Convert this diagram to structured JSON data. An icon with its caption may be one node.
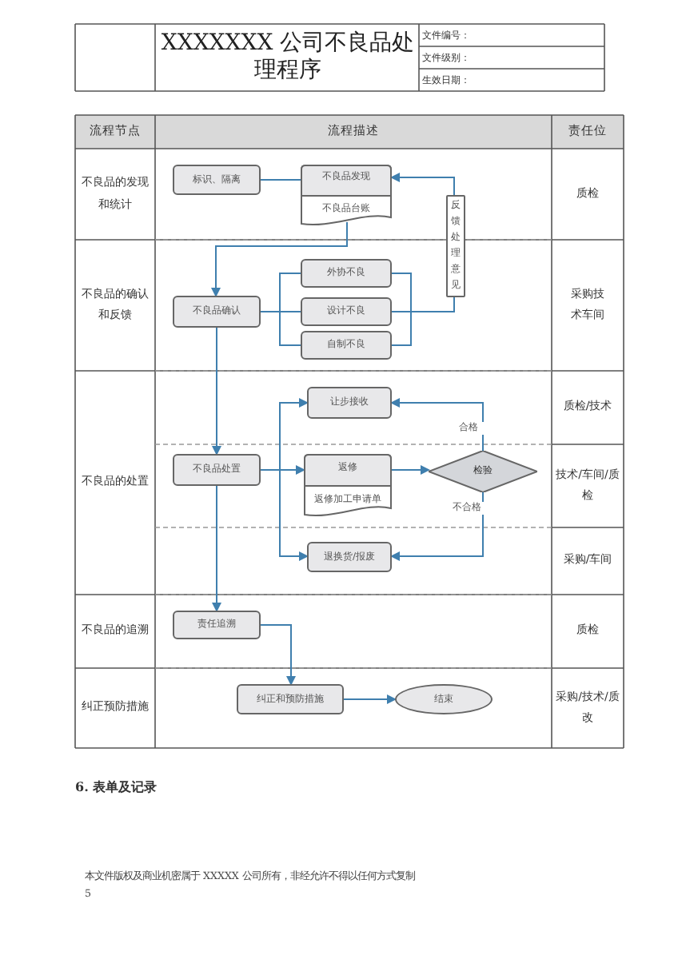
{
  "diagram": {
    "title": "XXXXXXX 公司不良品处理程序",
    "nodes": [
      {
        "text": [
          "标识、隔离"
        ]
      },
      {
        "text": [
          "不良品发现",
          "不良品台账"
        ]
      },
      {
        "text": [
          "反馈处理意见"
        ]
      },
      {
        "text": [
          "不良品确认"
        ]
      },
      {
        "text": [
          "外协不良"
        ]
      },
      {
        "text": [
          "设计不良"
        ]
      },
      {
        "text": [
          "自制不良"
        ]
      },
      {
        "text": [
          "让步接收"
        ]
      },
      {
        "text": [
          "不良品处置"
        ]
      },
      {
        "text": [
          "返修",
          "返修加工申请单"
        ]
      },
      {
        "text": [
          "检验"
        ]
      },
      {
        "text": [
          "退换货/报废"
        ]
      },
      {
        "text": [
          "责任追溯"
        ]
      },
      {
        "text": [
          "纠正和预防措施"
        ]
      },
      {
        "text": [
          "结束"
        ]
      }
    ],
    "edges": [
      {
        "from": 0,
        "to": 1,
        "arrow": "none"
      },
      {
        "from": 2,
        "to": 1,
        "arrow": "to"
      },
      {
        "from": 1,
        "to": 3,
        "arrow": "to"
      },
      {
        "from": 3,
        "to": 4,
        "arrow": "none"
      },
      {
        "from": 3,
        "to": 5,
        "arrow": "none"
      },
      {
        "from": 3,
        "to": 6,
        "arrow": "none"
      },
      {
        "from": 4,
        "to": 2,
        "arrow": "none"
      },
      {
        "from": 5,
        "to": 2,
        "arrow": "none"
      },
      {
        "from": 6,
        "to": 2,
        "arrow": "none"
      },
      {
        "from": 3,
        "to": 8,
        "arrow": "to"
      },
      {
        "from": 8,
        "to": 7,
        "arrow": "to"
      },
      {
        "from": 8,
        "to": 9,
        "arrow": "to"
      },
      {
        "from": 8,
        "to": 11,
        "arrow": "to"
      },
      {
        "from": 9,
        "to": 10,
        "arrow": "to"
      },
      {
        "from": 10,
        "to": 7,
        "arrow": "to",
        "label": "合格"
      },
      {
        "from": 10,
        "to": 11,
        "arrow": "to",
        "label": "不合格"
      },
      {
        "from": 8,
        "to": 12,
        "arrow": "to"
      },
      {
        "from": 12,
        "to": 13,
        "arrow": "to"
      },
      {
        "from": 13,
        "to": 14,
        "arrow": "to"
      }
    ],
    "labels": [
      "文件编号：",
      "文件级别：",
      "生效日期：",
      "流程节点",
      "流程描述",
      "责任位",
      "不良品的发现和统计",
      "质检",
      "不良品的确认和反馈",
      "采购技术车间",
      "质检/技术",
      "不良品的处置",
      "技术/车间/质检",
      "采购/车间",
      "不良品的追溯",
      "质检",
      "纠正预防措施",
      "采购/技术/质改",
      "6. 表单及记录",
      "本文件版权及商业机密属于 XXXXX 公司所有，非经允许不得以任何方式复制",
      "5"
    ]
  }
}
